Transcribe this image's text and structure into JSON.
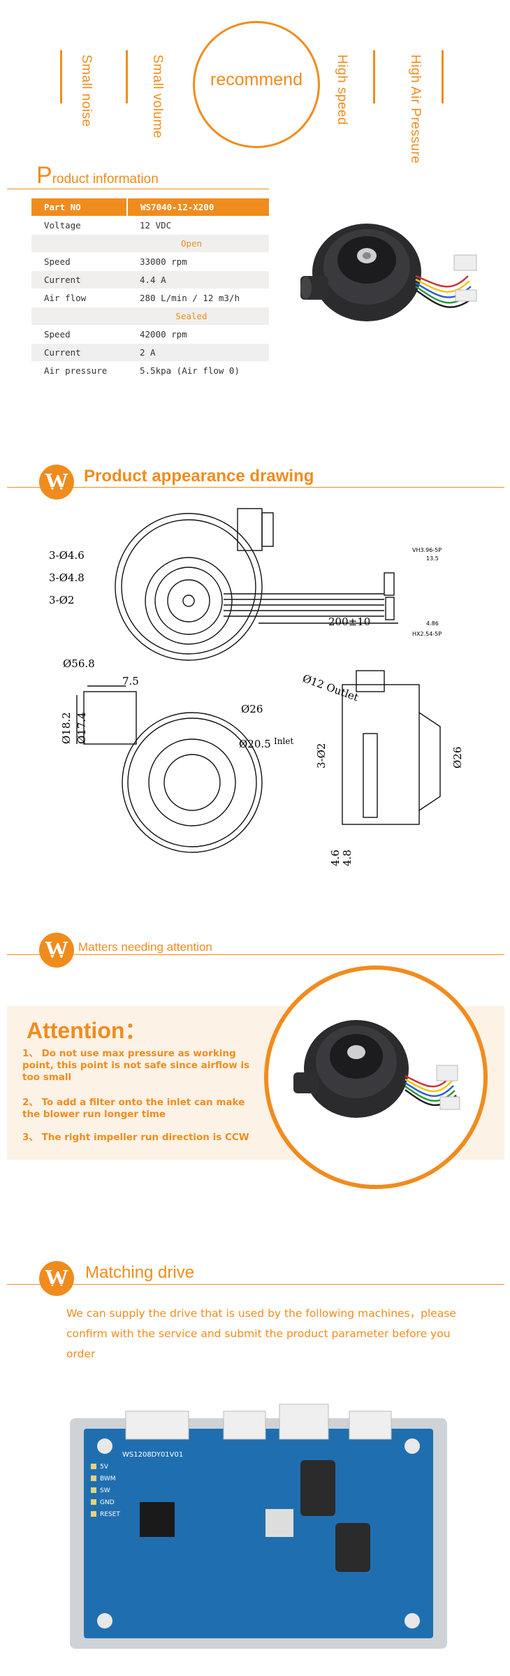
{
  "banner": {
    "left_labels": [
      "Small noise",
      "Small volume"
    ],
    "center_label": "recommend",
    "right_labels": [
      "High speed",
      "High Air Pressure"
    ]
  },
  "product_info": {
    "title_initial": "P",
    "title_rest": "roduct information",
    "header": [
      "Part NO",
      "WS7040-12-X200"
    ],
    "rows": [
      {
        "label": "Voltage",
        "value": "12 VDC",
        "style": "odd"
      },
      {
        "label": "",
        "value": "Open",
        "style": "sub"
      },
      {
        "label": "Speed",
        "value": "33000 rpm",
        "style": "odd"
      },
      {
        "label": "Current",
        "value": "4.4 A",
        "style": "even"
      },
      {
        "label": "Air flow",
        "value": "280 L/min / 12 m3/h",
        "style": "odd"
      },
      {
        "label": "",
        "value": "Sealed",
        "style": "sub"
      },
      {
        "label": "Speed",
        "value": "42000 rpm",
        "style": "odd"
      },
      {
        "label": "Current",
        "value": "2 A",
        "style": "even"
      },
      {
        "label": "Air pressure",
        "value": "5.5kpa (Air flow 0)",
        "style": "odd"
      }
    ]
  },
  "appearance": {
    "icon_letter": "W",
    "title": "Product appearance drawing",
    "dims": {
      "d1": "3-Ø4.6",
      "d2": "3-Ø4.8",
      "d3": "3-Ø2",
      "d4": "Ø56.8",
      "len": "200±10",
      "conn1": "VH3.96-5P",
      "conn2": "HX2.54-5P",
      "c1": "13.5",
      "c2": "4.86",
      "w1": "7.5",
      "h1": "Ø18.2",
      "h2": "Ø17.4",
      "o1": "Ø26",
      "o2": "Ø20.5",
      "inlet": "Inlet",
      "outlet": "Ø12 Outlet",
      "s1": "3-Ø2",
      "s2": "Ø26",
      "b1": "4.6",
      "b2": "4.8"
    }
  },
  "attention": {
    "icon_letter": "W",
    "section_title": "Matters needing attention",
    "heading": "Attention：",
    "items": [
      "1、 Do not use max pressure  as working point, this point is not safe since airflow is too small",
      "2、 To add a filter onto the inlet can make the blower run longer time",
      "3、 The right impeller run direction is CCW"
    ]
  },
  "drive": {
    "icon_letter": "W",
    "title": "Matching drive",
    "text": "We can supply the drive that is used by the following machines，please confirm  with the service and submit the product  parameter before you order",
    "board_label": "WS1208DY01V01",
    "pins": [
      "5V",
      "BWM",
      "SW",
      "GND",
      "RESET"
    ]
  },
  "colors": {
    "accent": "#f08c1e",
    "band": "#fdf2e6",
    "board": "#1f6fb0"
  }
}
